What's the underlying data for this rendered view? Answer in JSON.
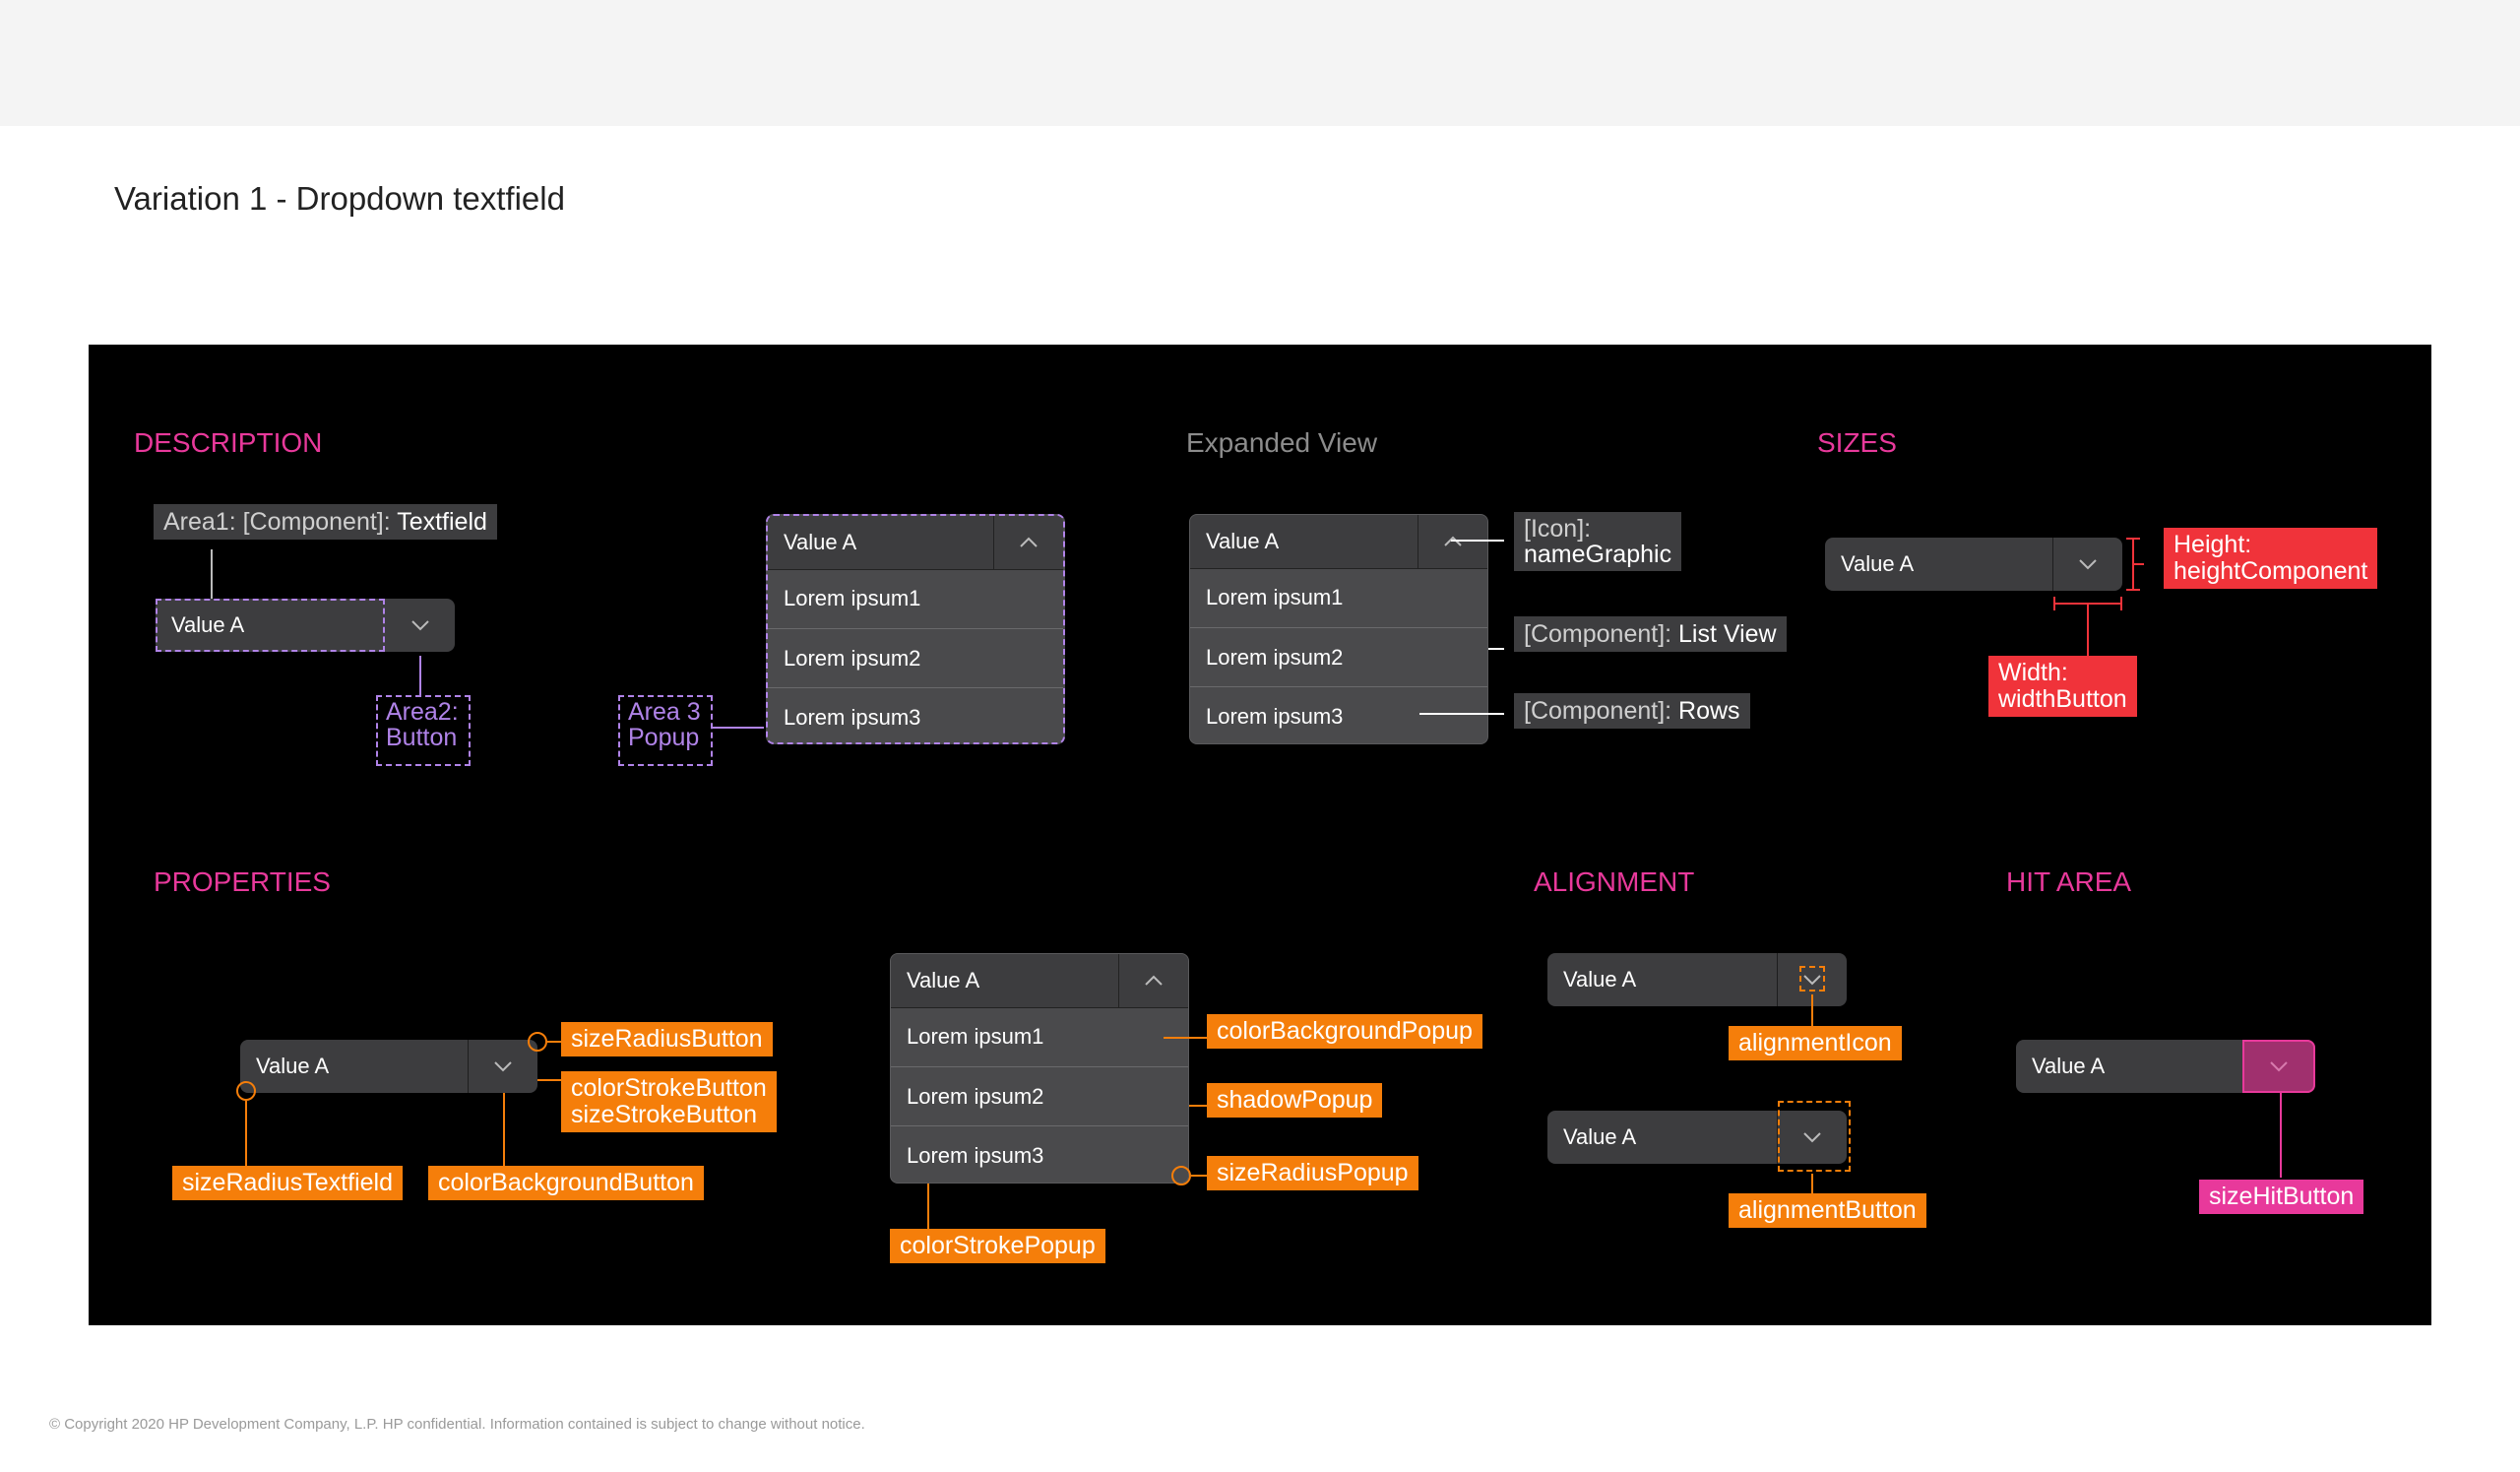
{
  "page_title": "Variation 1 - Dropdown textfield",
  "footer": "© Copyright 2020 HP Development Company, L.P. HP confidential. Information contained is subject to change without notice.",
  "sections": {
    "description": "DESCRIPTION",
    "expanded": "Expanded View",
    "sizes": "SIZES",
    "properties": "PROPERTIES",
    "alignment": "ALIGNMENT",
    "hit_area": "HIT AREA"
  },
  "dropdown": {
    "value": "Value A",
    "rows": [
      "Lorem ipsum1",
      "Lorem ipsum2",
      "Lorem ipsum3"
    ]
  },
  "description": {
    "area1_prefix": "Area1: [Component]: ",
    "area1_name": "Textfield",
    "area2": "Area2:\nButton",
    "area3": "Area 3\nPopup"
  },
  "expanded": {
    "icon_prefix": "[Icon]:",
    "icon_name": "nameGraphic",
    "list_prefix": "[Component]: ",
    "list_name": "List View",
    "rows_prefix": "[Component]: ",
    "rows_name": "Rows"
  },
  "sizes": {
    "height_label": "Height:",
    "height_value": "heightComponent",
    "width_label": "Width:",
    "width_value": "widthButton"
  },
  "properties": {
    "size_radius_button": "sizeRadiusButton",
    "color_stroke_button": "colorStrokeButton",
    "size_stroke_button": "sizeStrokeButton",
    "size_radius_textfield": "sizeRadiusTextfield",
    "color_background_button": "colorBackgroundButton",
    "color_background_popup": "colorBackgroundPopup",
    "shadow_popup": "shadowPopup",
    "size_radius_popup": "sizeRadiusPopup",
    "color_stroke_popup": "colorStrokePopup"
  },
  "alignment": {
    "alignment_icon": "alignmentIcon",
    "alignment_button": "alignmentButton"
  },
  "hit_area": {
    "size_hit_button": "sizeHitButton"
  },
  "colors": {
    "board": "#000000",
    "section_heading": "#e8399b",
    "annotation_orange": "#f57e0a",
    "annotation_red": "#f0333a",
    "annotation_violet": "#b083e8",
    "hit_area": "#a0306e",
    "dropdown_bg": "#3d3d3f",
    "popup_bg": "#4a4a4c"
  },
  "icons": {
    "chevron_down": "chevron-down-icon",
    "chevron_up": "chevron-up-icon"
  }
}
